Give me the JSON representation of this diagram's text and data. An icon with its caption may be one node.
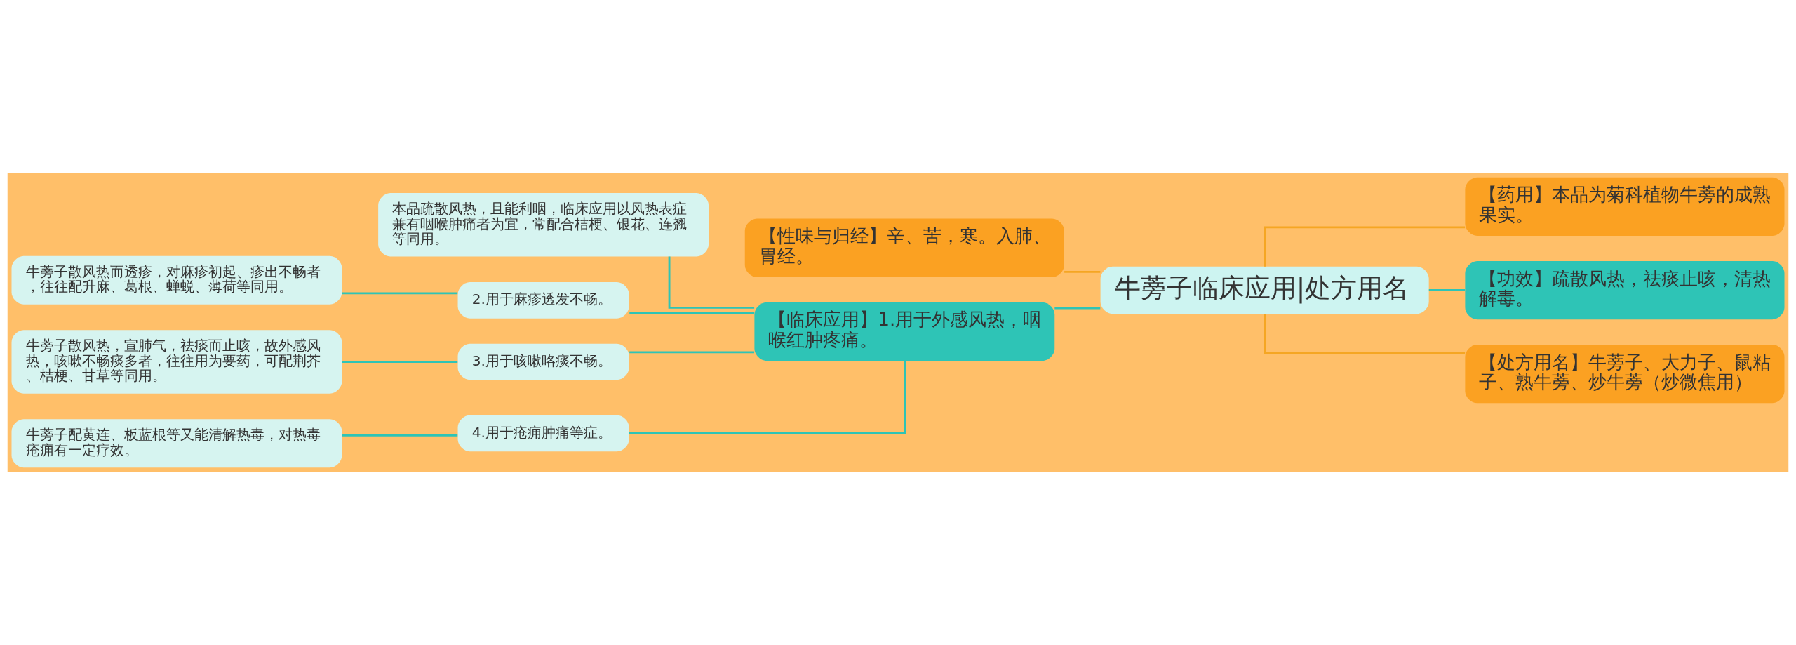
{
  "diagram": {
    "nodes": [
      {
        "text": [
          "牛蒡子临床应用|处方用名"
        ]
      },
      {
        "text": [
          "【药用】本品为菊科植物牛蒡的成熟果实。"
        ]
      },
      {
        "text": [
          "【功效】疏散风热，祛痰止咳，清热解毒。"
        ]
      },
      {
        "text": [
          "【处方用名】牛蒡子、大力子、鼠粘子、熟牛蒡、炒牛蒡（炒微焦用）"
        ]
      },
      {
        "text": [
          "【性味与归经】辛、苦，寒。入肺、胃经。"
        ]
      },
      {
        "text": [
          "【临床应用】1.用于外感风热，咽喉红肿疼痛。"
        ]
      },
      {
        "text": [
          "本品疏散风热，且能利咽，临床应用以风热表症兼有咽喉肿痛者为宜，常配合桔梗、银花、连翘等同用。"
        ]
      },
      {
        "text": [
          "2.用于麻疹透发不畅。"
        ]
      },
      {
        "text": [
          "牛蒡子散风热而透疹，对麻疹初起、疹出不畅者，往往配升麻、葛根、蝉蜕、薄荷等同用。"
        ]
      },
      {
        "text": [
          "3.用于咳嗽咯痰不畅。"
        ]
      },
      {
        "text": [
          "牛蒡子散风热，宣肺气，祛痰而止咳，故外感风热，咳嗽不畅痰多者，往往用为要药，可配荆芥、桔梗、甘草等同用。"
        ]
      },
      {
        "text": [
          "4.用于疮痈肿痛等症。"
        ]
      },
      {
        "text": [
          "牛蒡子配黄连、板蓝根等又能清解热毒，对热毒疮痈有一定疗效。"
        ]
      }
    ],
    "edges": [
      {
        "from": 0,
        "to": 1,
        "arrow": "none",
        "color": "#f5a623"
      },
      {
        "from": 0,
        "to": 2,
        "arrow": "none"
      },
      {
        "from": 0,
        "to": 3,
        "arrow": "none",
        "color": "#f5a623"
      },
      {
        "from": 0,
        "to": 4,
        "arrow": "none",
        "color": "#f5a623"
      },
      {
        "from": 0,
        "to": 5,
        "arrow": "none"
      },
      {
        "from": 5,
        "to": 6,
        "arrow": "none"
      },
      {
        "from": 5,
        "to": 7,
        "arrow": "none"
      },
      {
        "from": 7,
        "to": 8,
        "arrow": "none"
      },
      {
        "from": 5,
        "to": 9,
        "arrow": "none"
      },
      {
        "from": 9,
        "to": 10,
        "arrow": "none"
      },
      {
        "from": 5,
        "to": 11,
        "arrow": "none"
      },
      {
        "from": 11,
        "to": 12,
        "arrow": "none"
      }
    ]
  }
}
